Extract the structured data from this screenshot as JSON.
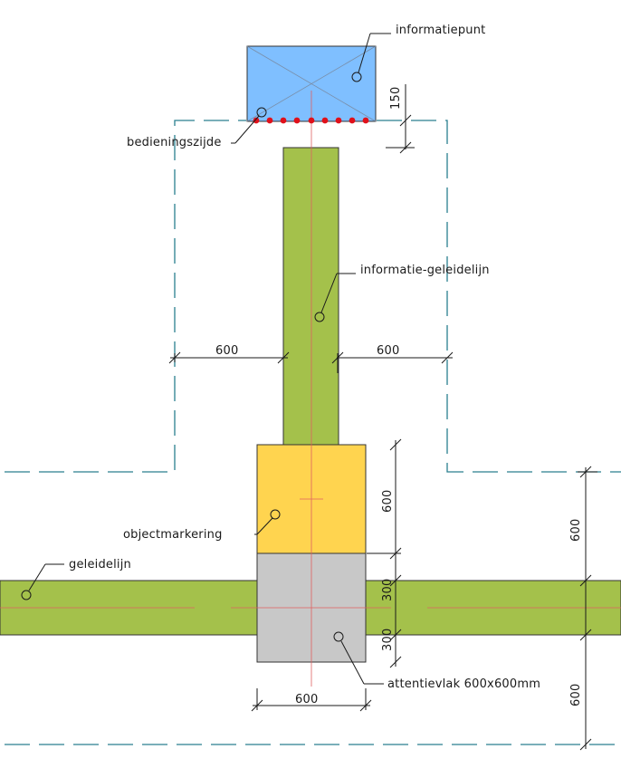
{
  "labels": {
    "informatiepunt": "informatiepunt",
    "bedieningszijde": "bedieningszijde",
    "informatie_geleidelijn": "informatie-geleidelijn",
    "objectmarkering": "objectmarkering",
    "geleidelijn": "geleidelijn",
    "attentievlak": "attentievlak 600x600mm"
  },
  "dimensions": {
    "d150": "150",
    "d600_left": "600",
    "d600_right": "600",
    "d600_yellow": "600",
    "d300_top": "300",
    "d300_bottom": "300",
    "d600_bottom": "600",
    "d600_far_right_top": "600",
    "d600_far_right_bottom": "600"
  },
  "colors": {
    "green": "#a4c14b",
    "yellow": "#ffd44f",
    "grey": "#c8c8c8",
    "blue": "#7fbfff",
    "teal_dash": "#2a7f8f",
    "red_axis": "#e06060",
    "red_dot": "#e0101a"
  }
}
